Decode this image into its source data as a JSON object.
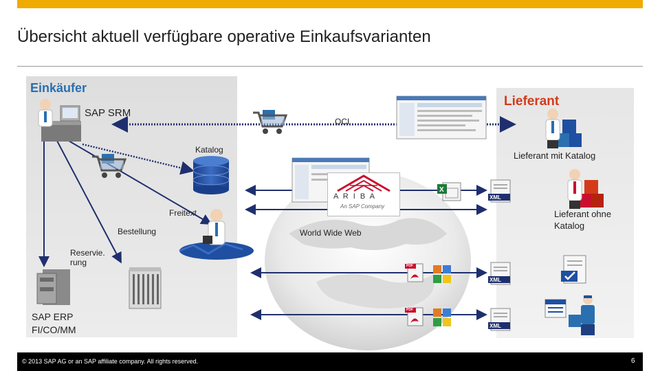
{
  "title": "Übersicht aktuell verfügbare operative Einkaufsvarianten",
  "buyer": {
    "heading": "Einkäufer",
    "srm_label": "SAP SRM",
    "erp_label_line1": "SAP ERP",
    "erp_label_line2": "FI/CO/MM"
  },
  "supplier": {
    "heading": "Lieferant",
    "with_catalog": "Lieferant mit Katalog",
    "without_catalog_line1": "Lieferant ohne",
    "without_catalog_line2": "Katalog"
  },
  "connections": {
    "oci": "OCI",
    "katalog": "Katalog",
    "freitext": "Freitext",
    "bestellung": "Bestellung",
    "reservierung_line1": "Reservie.",
    "reservierung_line2": "rung",
    "www": "World Wide Web"
  },
  "ariba": {
    "wordmark": "A R I B A",
    "tagline": "An SAP Company"
  },
  "badges": {
    "xml": "XML",
    "pdf": "PDF"
  },
  "footer": {
    "copyright": "© 2013 SAP AG or an SAP affiliate company. All rights reserved.",
    "page": "6"
  },
  "colors": {
    "accent_bar": "#f0ab00",
    "buyer_blue": "#2a6fb0",
    "supplier_red": "#d43a1a",
    "line_navy": "#1f2f6e"
  }
}
